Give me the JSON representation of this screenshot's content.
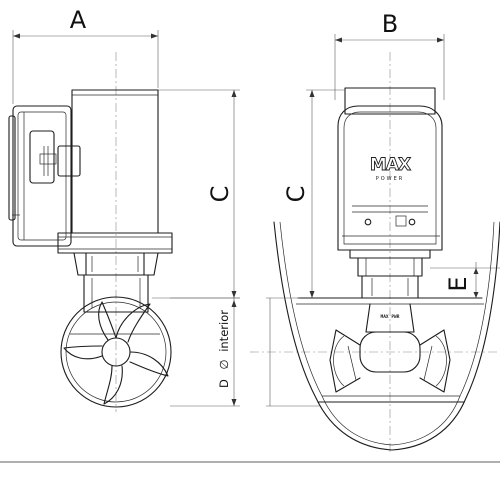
{
  "labels": {
    "width_a": "A",
    "width_b": "B",
    "height_c_left": "C",
    "height_c_right": "C",
    "tunnel_d": "D",
    "diameter_symbol": "∅",
    "interior": "interior",
    "hull_e": "E"
  },
  "logo": {
    "brand": "MAX",
    "sub": "POWER"
  },
  "nameplate": "MAX PWR",
  "colors": {
    "line": "#1c1c1c",
    "background": "#ffffff"
  }
}
